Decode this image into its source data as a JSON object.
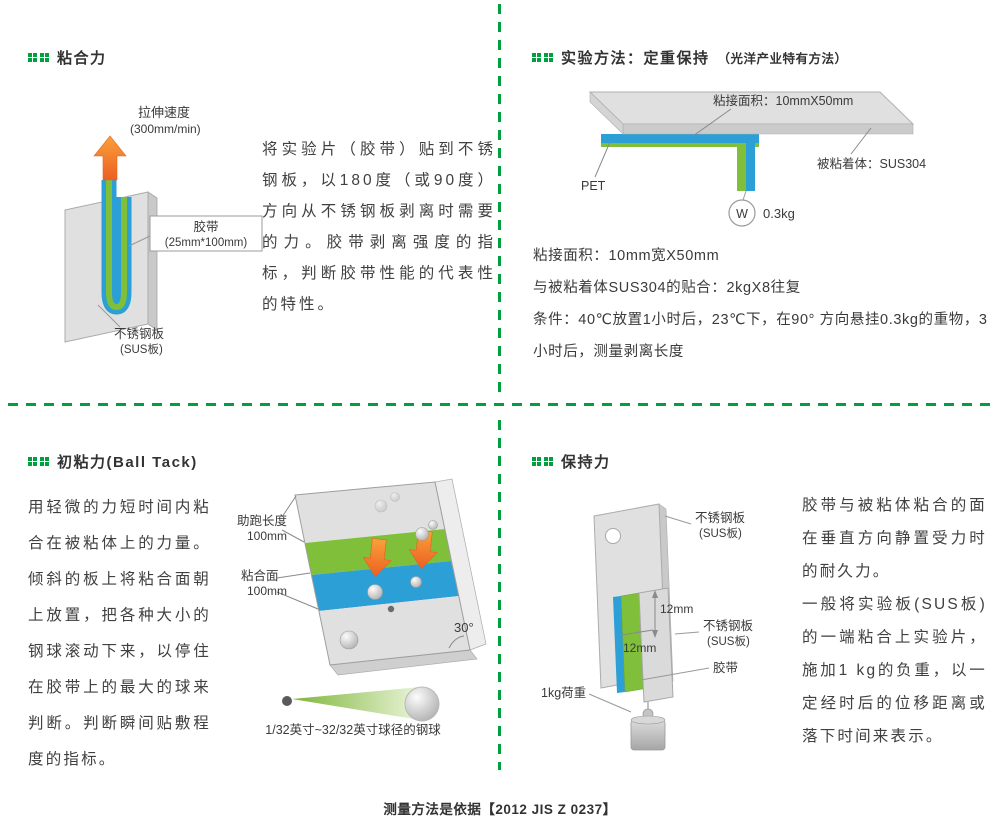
{
  "colors": {
    "accent_green": "#00A041",
    "tape_blue": "#2C9FD6",
    "tape_green": "#7FBF3A",
    "arrow_orange": "#F08300",
    "plate_gray": "#E0E0E0"
  },
  "adhesion": {
    "title": "粘合力",
    "label_speed_line1": "拉伸速度",
    "label_speed_line2": "(300mm/min)",
    "label_tape_line1": "胶带",
    "label_tape_line2": "(25mm*100mm)",
    "label_plate_line1": "不锈钢板",
    "label_plate_line2": "(SUS板)",
    "body": "将实验片（胶带）贴到不锈钢板，以180度（或90度）方向从不锈钢板剥离时需要的力。胶带剥离强度的指标，判断胶带性能的代表性的特性。"
  },
  "weight_hold": {
    "title": "实验方法：定重保持",
    "title_suffix": "（光洋产业特有方法）",
    "label_area": "粘接面积：10mmX50mm",
    "label_pet": "PET",
    "label_adherend": "被粘着体：SUS304",
    "label_w": "W",
    "label_w_value": "0.3kg",
    "line1": "粘接面积：10mm宽X50mm",
    "line2": "与被粘着体SUS304的贴合：2kgX8往复",
    "line3": "条件：40℃放置1小时后，23℃下，在90° 方向悬挂0.3kg的重物，3小时后，测量剥离长度"
  },
  "ball_tack": {
    "title": "初粘力(Ball Tack)",
    "body": "用轻微的力短时间内粘合在被粘体上的力量。倾斜的板上将粘合面朝上放置，把各种大小的钢球滚动下来，以停住在胶带上的最大的球来判断。判断瞬间贴敷程度的指标。",
    "label_runup_line1": "助跑长度",
    "label_runup_line2": "100mm",
    "label_face_line1": "粘合面",
    "label_face_line2": "100mm",
    "label_angle": "30°",
    "caption": "1/32英寸~32/32英寸球径的钢球"
  },
  "holding": {
    "title": "保持力",
    "label_plate_top_line1": "不锈钢板",
    "label_plate_top_line2": "(SUS板)",
    "label_dim_vertical": "12mm",
    "label_dim_horizontal": "12mm",
    "label_plate_front_line1": "不锈钢板",
    "label_plate_front_line2": "(SUS板)",
    "label_tape": "胶带",
    "label_load": "1kg荷重",
    "body_p1": "胶带与被粘体粘合的面在垂直方向静置受力时的耐久力。",
    "body_p2": "一般将实验板(SUS板)的一端粘合上实验片，施加1 kg的负重，以一定经时后的位移距离或落下时间来表示。"
  },
  "footer": {
    "note": "测量方法是依据【2012 JIS Z 0237】"
  }
}
